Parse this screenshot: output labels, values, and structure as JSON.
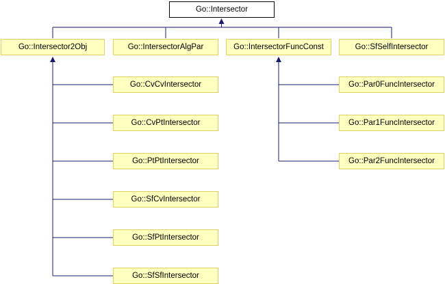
{
  "diagram": {
    "root": "Go::Intersector",
    "level1": {
      "intersector2obj": "Go::Intersector2Obj",
      "algpar": "Go::IntersectorAlgPar",
      "funcconst": "Go::IntersectorFuncConst",
      "sfself": "Go::SfSelfIntersector"
    },
    "intersector2obj_children": {
      "cvcv": "Go::CvCvIntersector",
      "cvpt": "Go::CvPtIntersector",
      "ptpt": "Go::PtPtIntersector",
      "sfcv": "Go::SfCvIntersector",
      "sfpt": "Go::SfPtIntersector",
      "sfsf": "Go::SfSfIntersector"
    },
    "funcconst_children": {
      "par0": "Go::Par0FuncIntersector",
      "par1": "Go::Par1FuncIntersector",
      "par2": "Go::Par2FuncIntersector"
    }
  },
  "colors": {
    "edge": "#191970",
    "node_fill": "#ffffc0",
    "node_border": "#e0d060",
    "root_fill": "#ffffff",
    "root_border": "#000000"
  }
}
